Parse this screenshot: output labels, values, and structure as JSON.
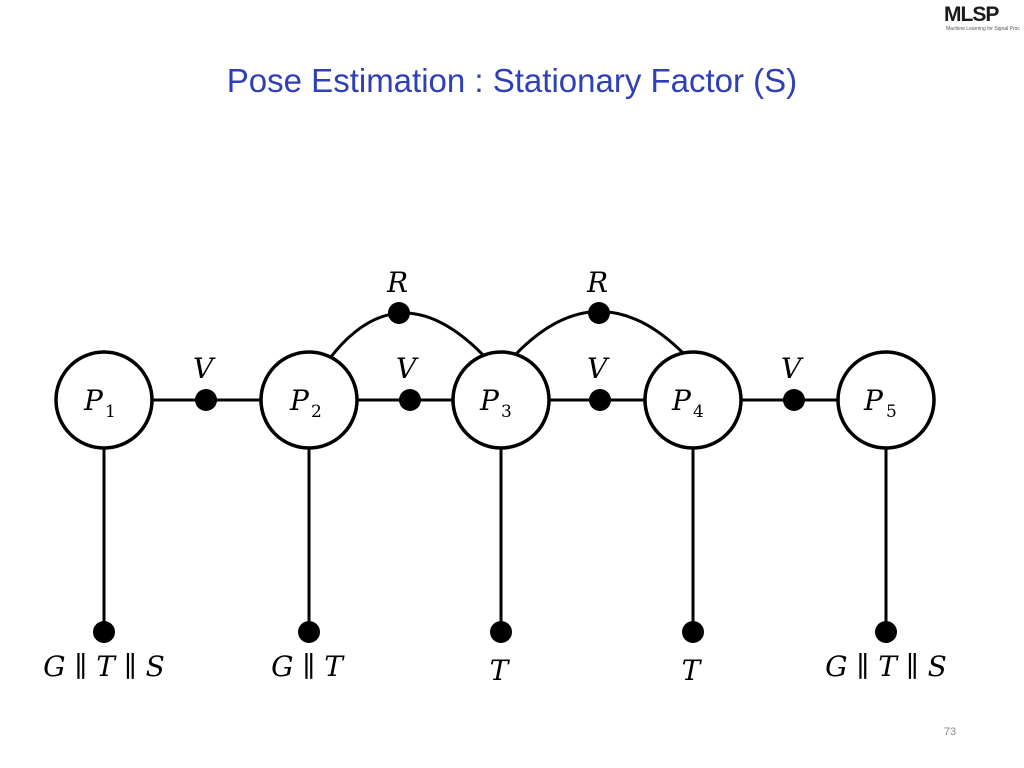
{
  "logo": {
    "text_main": "MLSP",
    "subtitle": "Machine Learning for Signal Processing Group"
  },
  "title": "Pose Estimation : Stationary Factor (S)",
  "diagram": {
    "nodes": [
      {
        "base": "P",
        "subscript": "1"
      },
      {
        "base": "P",
        "subscript": "2"
      },
      {
        "base": "P",
        "subscript": "3"
      },
      {
        "base": "P",
        "subscript": "4"
      },
      {
        "base": "P",
        "subscript": "5"
      }
    ],
    "horizontal_factors": [
      {
        "label": "V"
      },
      {
        "label": "V"
      },
      {
        "label": "V"
      },
      {
        "label": "V"
      }
    ],
    "arc_factors": [
      {
        "label": "R"
      },
      {
        "label": "R"
      }
    ],
    "bottom_factors": [
      {
        "label": "G ∥ T ∥ S"
      },
      {
        "label": "G ∥ T"
      },
      {
        "label": "T"
      },
      {
        "label": "T"
      },
      {
        "label": "G ∥ T ∥ S"
      }
    ]
  },
  "page_number": "73"
}
